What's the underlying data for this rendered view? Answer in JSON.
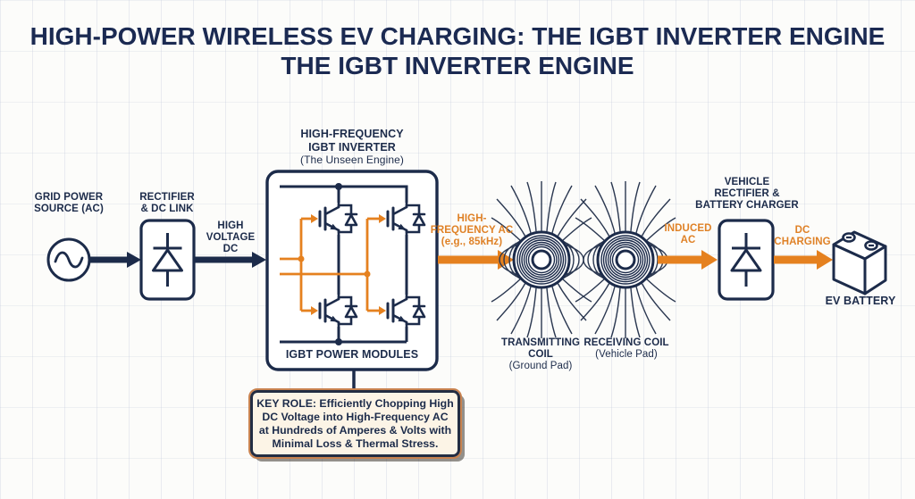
{
  "title": {
    "line1": "HIGH-POWER WIRELESS EV CHARGING: THE IGBT INVERTER ENGINE",
    "line2": "THE IGBT INVERTER ENGINE"
  },
  "colors": {
    "navy": "#1c2b4a",
    "orange": "#e5811f",
    "orange_text": "#df8126",
    "background": "#fcfcfa",
    "callout_bg": "#fcf4e6",
    "callout_border": "#232d42",
    "callout_outline": "#c8824f"
  },
  "nodes": {
    "grid_power": {
      "line1": "GRID POWER",
      "line2": "SOURCE (AC)"
    },
    "rectifier": {
      "line1": "RECTIFIER",
      "line2": "& DC LINK"
    },
    "inverter": {
      "header_line1": "HIGH-FREQUENCY",
      "header_line2": "IGBT INVERTER",
      "header_line3": "(The Unseen Engine)",
      "footer": "IGBT POWER MODULES"
    },
    "tx_coil": {
      "line1": "TRANSMITTING",
      "line2": "COIL",
      "line3": "(Ground Pad)"
    },
    "rx_coil": {
      "line1": "RECEIVING COIL",
      "line2": "(Vehicle Pad)"
    },
    "vehicle_rectifier": {
      "line1": "VEHICLE",
      "line2": "RECTIFIER &",
      "line3": "BATTERY CHARGER"
    },
    "ev_battery": {
      "label": "EV BATTERY"
    }
  },
  "flows": {
    "high_voltage_dc": {
      "line1": "HIGH",
      "line2": "VOLTAGE",
      "line3": "DC"
    },
    "high_frequency_ac": {
      "line1": "HIGH-",
      "line2": "FREQUENCY AC",
      "line3": "(e.g., 85kHz)"
    },
    "induced_ac": {
      "line1": "INDUCED",
      "line2": "AC"
    },
    "dc_charging": {
      "line1": "DC",
      "line2": "CHARGING"
    }
  },
  "callout": {
    "heading": "KEY ROLE:",
    "line1_rest": "Efficiently Chopping High",
    "line2": "DC Voltage into High-Frequency AC",
    "line3": "at Hundreds of Amperes & Volts with",
    "line4": "Minimal Loss & Thermal Stress."
  }
}
